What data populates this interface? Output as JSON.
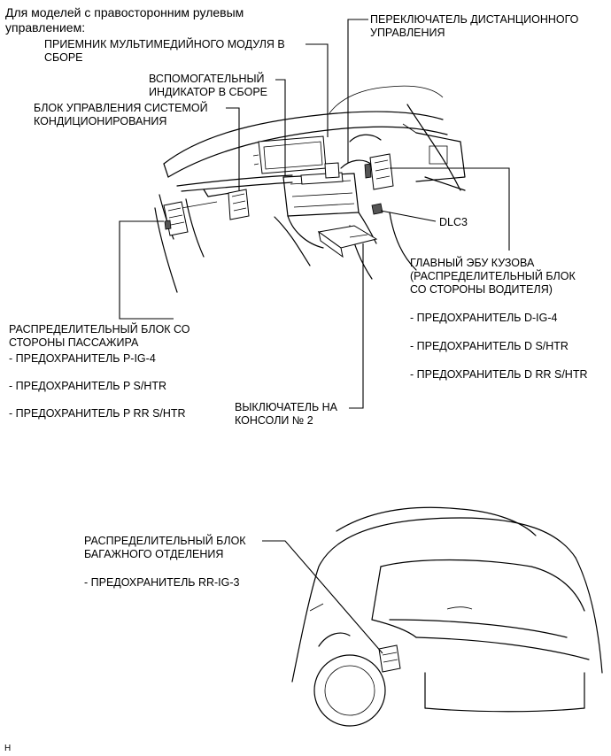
{
  "header": "Для моделей с правосторонним рулевым\nуправлением:",
  "labels": {
    "multimedia_receiver": "ПРИЕМНИК МУЛЬТИМЕДИЙНОГО МОДУЛЯ В\nСБОРЕ",
    "remote_switch": "ПЕРЕКЛЮЧАТЕЛЬ ДИСТАНЦИОННОГО\nУПРАВЛЕНИЯ",
    "aux_indicator": "ВСПОМОГАТЕЛЬНЫЙ\nИНДИКАТОР В СБОРЕ",
    "ac_control": "БЛОК УПРАВЛЕНИЯ СИСТЕМОЙ\nКОНДИЦИОНИРОВАНИЯ",
    "dlc3": "DLC3",
    "main_body_ecu": "ГЛАВНЫЙ ЭБУ КУЗОВА\n(РАСПРЕДЕЛИТЕЛЬНЫЙ БЛОК\nСО СТОРОНЫ ВОДИТЕЛЯ)",
    "driver_fuse_1": "- ПРЕДОХРАНИТЕЛЬ D-IG-4",
    "driver_fuse_2": "- ПРЕДОХРАНИТЕЛЬ D S/HTR",
    "driver_fuse_3": "- ПРЕДОХРАНИТЕЛЬ D RR S/HTR",
    "passenger_block": "РАСПРЕДЕЛИТЕЛЬНЫЙ БЛОК СО\nСТОРОНЫ ПАССАЖИРА",
    "passenger_fuse_1": "- ПРЕДОХРАНИТЕЛЬ P-IG-4",
    "passenger_fuse_2": "- ПРЕДОХРАНИТЕЛЬ P S/HTR",
    "passenger_fuse_3": "- ПРЕДОХРАНИТЕЛЬ P RR S/HTR",
    "console_switch": "ВЫКЛЮЧАТЕЛЬ НА\nКОНСОЛИ № 2",
    "luggage_block": "РАСПРЕДЕЛИТЕЛЬНЫЙ БЛОК\nБАГАЖНОГО ОТДЕЛЕНИЯ",
    "luggage_fuse": "- ПРЕДОХРАНИТЕЛЬ RR-IG-3"
  },
  "footer_code": "H"
}
